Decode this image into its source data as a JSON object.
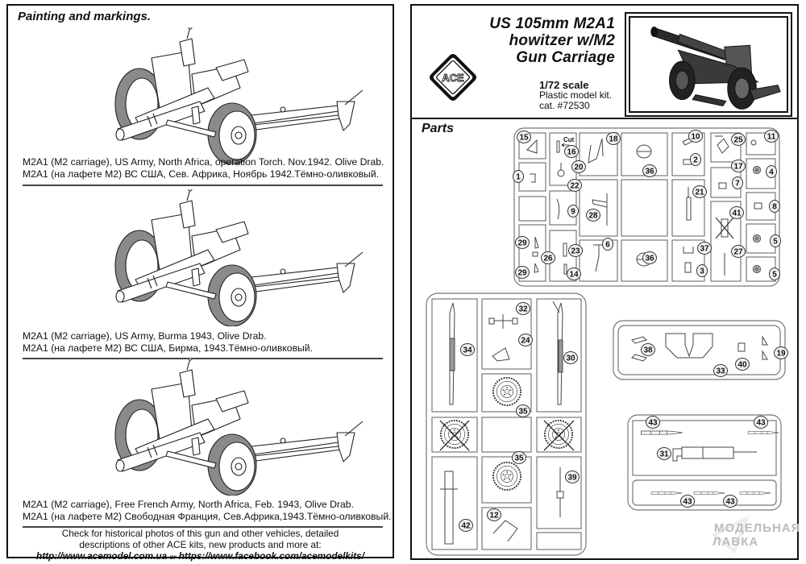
{
  "left_page": {
    "heading": "Painting and markings.",
    "schemes": [
      {
        "en": "M2A1 (M2 carriage), US Army, North Africa, operation Torch. Nov.1942. Olive Drab.",
        "ru": "M2A1 (на лафете M2) ВС США, Сев. Африка, Ноябрь 1942.Тёмно-оливковый."
      },
      {
        "en": "M2A1 (M2 carriage), US Army, Burma 1943, Olive Drab.",
        "ru": "M2A1 (на лафете M2) ВС США, Бирма, 1943.Тёмно-оливковый."
      },
      {
        "en": "M2A1 (M2 carriage), Free French Army, North Africa, Feb. 1943, Olive Drab.",
        "ru": "M2A1 (на лафете M2) Свободная Франция, Сев.Африка,1943.Тёмно-оливковый."
      }
    ],
    "footer": {
      "line1": "Check for historical photos of this gun and  other vehicles, detailed",
      "line2": "descriptions of other ACE kits, new products and more at:",
      "url1": "http://www.acemodel.com.ua",
      "or": "or",
      "url2": "https://www.facebook.com/acemodelkits/"
    }
  },
  "right_page": {
    "title_lines": [
      "US 105mm M2A1",
      "howitzer  w/M2",
      "Gun Carriage"
    ],
    "scale": "1/72 scale",
    "kit_type": "Plastic model kit.",
    "catalog": "cat. #72530",
    "logo_text": "ACE",
    "parts_heading": "Parts",
    "cut_label": "Cut",
    "watermark": [
      "МОДЕЛЬНАЯ",
      "ЛАВКА"
    ]
  },
  "sprues": {
    "A": {
      "part_labels": [
        "15",
        "1",
        "16",
        "22",
        "20",
        "18",
        "9",
        "28",
        "29",
        "26",
        "29",
        "23",
        "14",
        "6",
        "36",
        "36",
        "10",
        "2",
        "21",
        "37",
        "3",
        "25",
        "17",
        "7",
        "41",
        "27",
        "11",
        "4",
        "8",
        "5",
        "5"
      ],
      "crossed_out": [
        "41"
      ]
    },
    "B": {
      "part_labels": [
        "34",
        "32",
        "24",
        "30",
        "35",
        "35",
        "39",
        "42",
        "12"
      ],
      "crossed_out_wheels": 2
    },
    "C": {
      "part_labels": [
        "38",
        "33",
        "40",
        "19"
      ]
    },
    "D": {
      "part_labels": [
        "43",
        "43",
        "31",
        "43",
        "43"
      ]
    }
  },
  "colors": {
    "ink": "#111111",
    "sprue_line": "#777777",
    "wheel_tire": "#8a8a8a",
    "label_bg": "#f2f2f2"
  }
}
